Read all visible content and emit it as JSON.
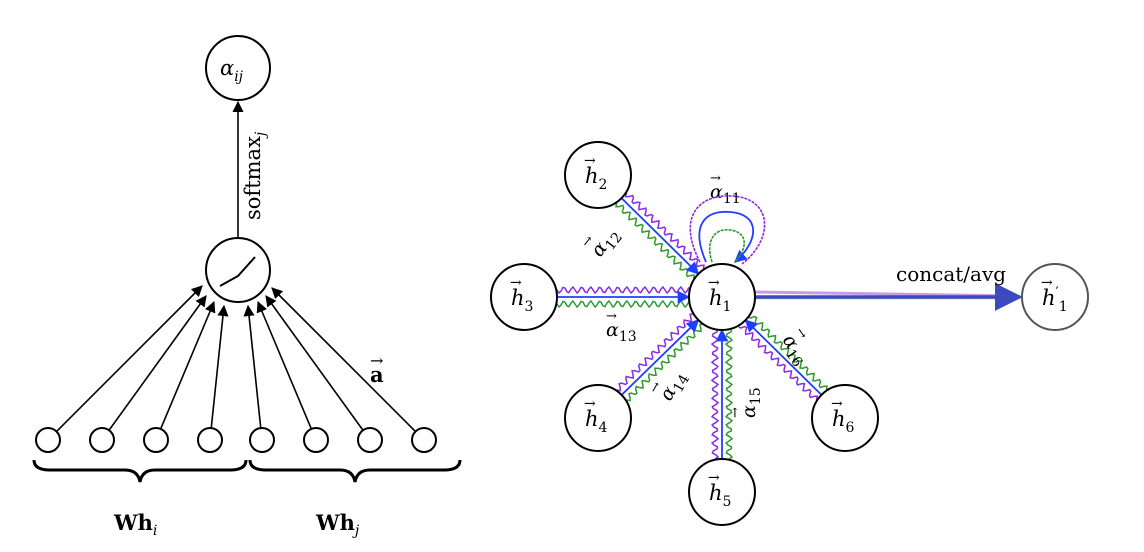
{
  "left_diagram": {
    "output_label": "α",
    "output_sub": "ij",
    "edge_label": "softmax",
    "edge_label_sub": "j",
    "weight_label": "a",
    "group_i_label": "Wh",
    "group_i_sub": "i",
    "group_j_label": "Wh",
    "group_j_sub": "j"
  },
  "right_diagram": {
    "center": {
      "label": "h",
      "sub": "1"
    },
    "neighbors": [
      {
        "label": "h",
        "sub": "2"
      },
      {
        "label": "h",
        "sub": "3"
      },
      {
        "label": "h",
        "sub": "4"
      },
      {
        "label": "h",
        "sub": "5"
      },
      {
        "label": "h",
        "sub": "6"
      }
    ],
    "output": {
      "label": "h",
      "sub": "1",
      "prime": "′"
    },
    "attention_labels": [
      {
        "text": "α",
        "sub": "11"
      },
      {
        "text": "α",
        "sub": "12"
      },
      {
        "text": "α",
        "sub": "13"
      },
      {
        "text": "α",
        "sub": "14"
      },
      {
        "text": "α",
        "sub": "15"
      },
      {
        "text": "α",
        "sub": "16"
      }
    ],
    "aggregate_label": "concat/avg",
    "colors": {
      "blue": "#1f3fff",
      "green": "#2e9a2e",
      "purple": "#8a2be2",
      "dark_blue": "#3b4bbf"
    }
  }
}
